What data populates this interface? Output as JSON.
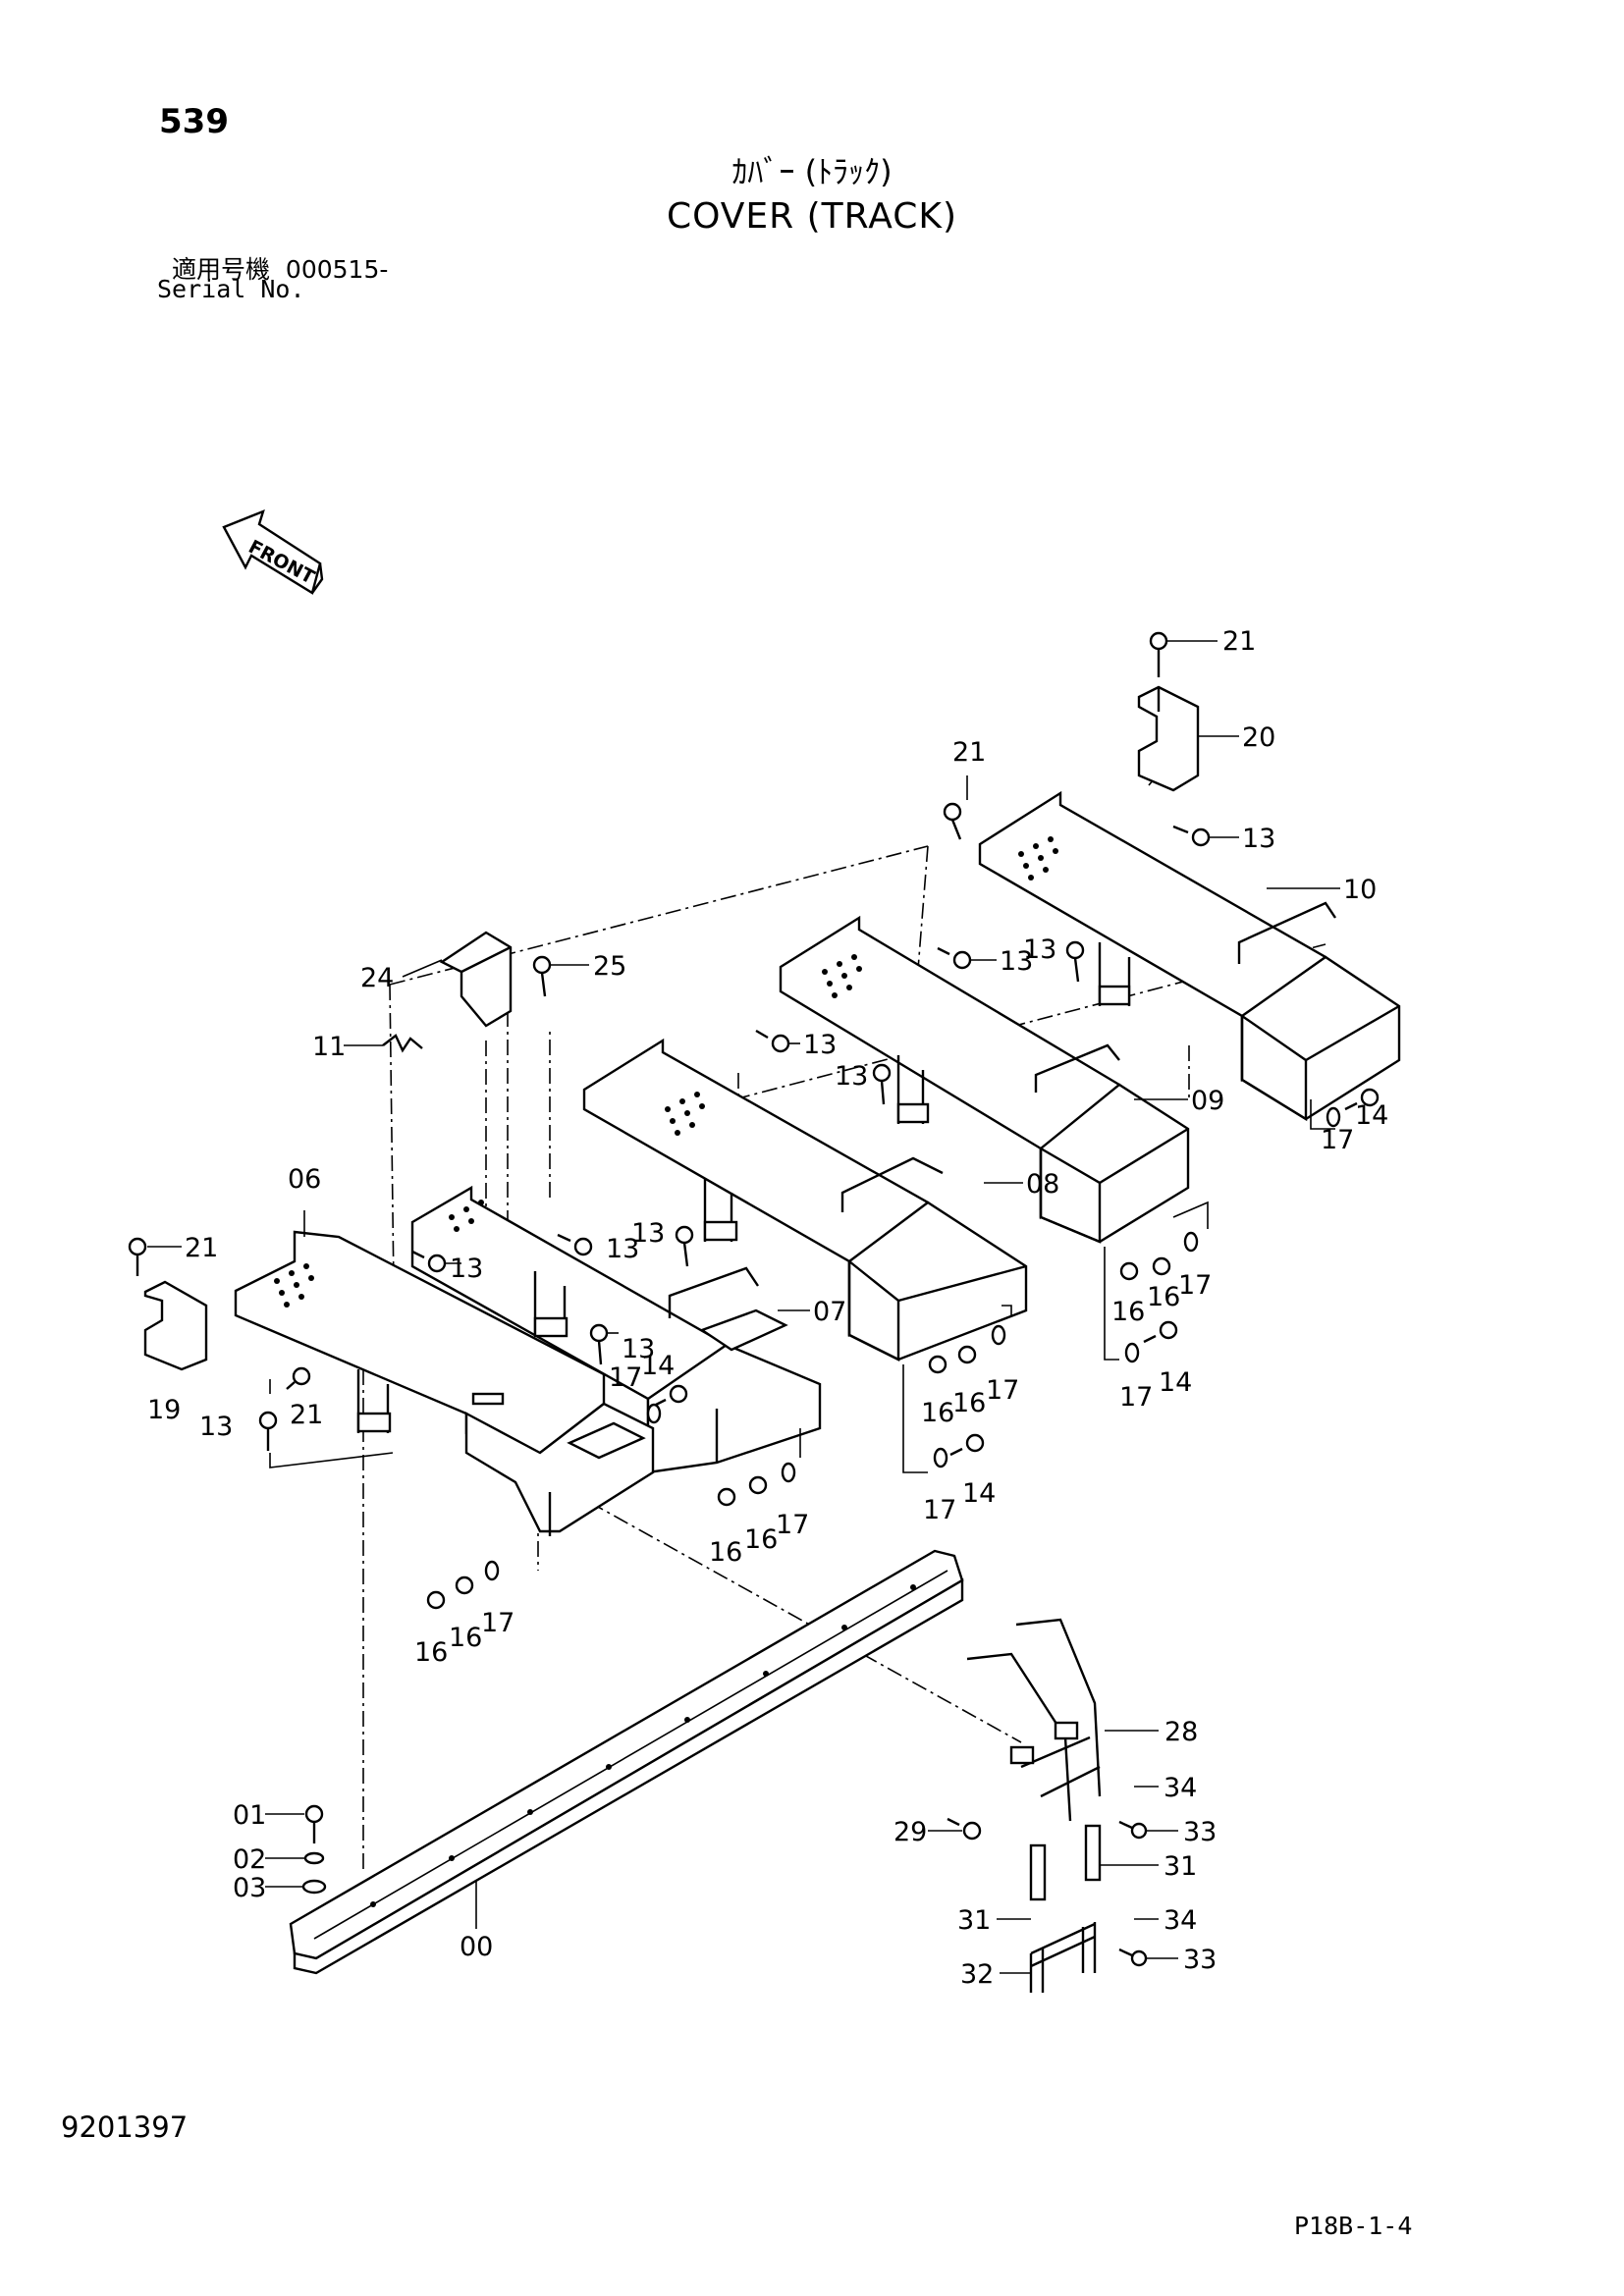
{
  "header": {
    "page_number": "539",
    "title_jp": "ｶﾊﾞｰ (ﾄﾗｯｸ)",
    "title_en": "COVER (TRACK)",
    "serial_label_jp": "適用号機",
    "serial_value": "000515-",
    "serial_label_en": "Serial No."
  },
  "footer": {
    "document_number": "9201397",
    "sheet_reference": "P18B-1-4"
  },
  "direction_arrow": {
    "label": "FRONT"
  },
  "part_callouts": [
    "00",
    "01",
    "02",
    "03",
    "06",
    "07",
    "08",
    "09",
    "10",
    "11",
    "13",
    "14",
    "16",
    "17",
    "19",
    "20",
    "21",
    "24",
    "25",
    "28",
    "29",
    "31",
    "32",
    "33",
    "34"
  ],
  "callout_labels": {
    "c21a": "21",
    "c20": "20",
    "c21b": "21",
    "c13a": "13",
    "c10": "10",
    "c24": "24",
    "c25": "25",
    "c13b": "13",
    "c13c": "13",
    "c11": "11",
    "c13d": "13",
    "c13e": "13",
    "c09": "09",
    "c13f": "13",
    "c13g": "13",
    "c08": "08",
    "c06": "06",
    "c14a": "14",
    "c17a": "17",
    "c21c": "21",
    "c13h": "13",
    "c07": "07",
    "c13i": "13",
    "c14b": "14",
    "c17b": "17",
    "c19": "19",
    "c21d": "21",
    "c13j": "13",
    "c16a": "16",
    "c16b": "16",
    "c17c": "17",
    "c16c": "16",
    "c16d": "16",
    "c17d": "17",
    "c14c": "14",
    "c17e": "17",
    "c16e": "16",
    "c16f": "16",
    "c17f": "17",
    "c17g": "17",
    "c14d": "14",
    "c16g": "16",
    "c16h": "16",
    "c17h": "17",
    "c28": "28",
    "c01": "01",
    "c02": "02",
    "c03": "03",
    "c00": "00",
    "c29": "29",
    "c34a": "34",
    "c33a": "33",
    "c31a": "31",
    "c31b": "31",
    "c34b": "34",
    "c32": "32",
    "c33b": "33"
  }
}
